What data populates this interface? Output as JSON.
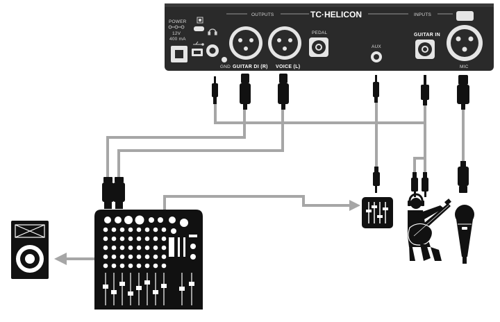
{
  "device": {
    "brand": "TC·HELICON",
    "section_outputs": "OUTPUTS",
    "section_inputs": "INPUTS",
    "power_title": "POWER",
    "power_volt": "12V",
    "power_current": "400 mA",
    "label_gnd": "GND",
    "label_guitar_dl": "GUITAR DI (R)",
    "label_voice": "VOICE (L)",
    "label_pedal": "PEDAL",
    "label_aux": "AUX",
    "label_guitar_in": "GUITAR IN",
    "label_mic": "MIC"
  },
  "colors": {
    "device": "#2a2a2a",
    "cable": "#a6a6a6",
    "arrow": "#a6a6a6",
    "icon": "#111111"
  },
  "icons": [
    "usb-icon",
    "headphone-icon",
    "lock-icon",
    "mixer-icon",
    "speaker-icon",
    "guitarist-icon",
    "microphone-icon",
    "aux-player-icon"
  ]
}
